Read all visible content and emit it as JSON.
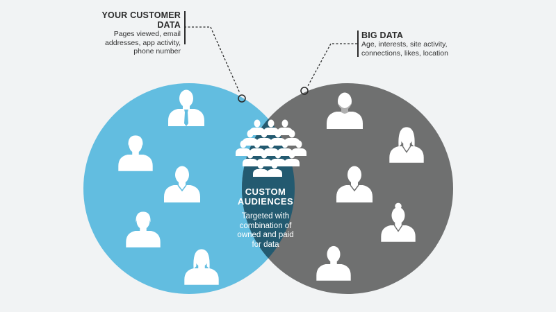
{
  "colors": {
    "background": "#f1f3f4",
    "left_circle": "#62bde0",
    "right_circle": "#6f7070",
    "overlap": "#235a70",
    "text_dark": "#2b2b2b",
    "person_fill": "#ffffff"
  },
  "left_label": {
    "title": "YOUR CUSTOMER DATA",
    "lines": [
      "Pages viewed, email",
      "addresses, app activity,",
      "phone number"
    ]
  },
  "right_label": {
    "title": "BIG DATA",
    "lines": [
      "Age, interests, site activity,",
      "connections, likes, location"
    ]
  },
  "center": {
    "title": "CUSTOM\nAUDIENCES",
    "description": "Targeted with\ncombination of\nowned and paid\nfor data",
    "group_icon": "crowd-icon"
  },
  "left_people": [
    "man-tie-icon",
    "woman-icon",
    "man-icon",
    "woman-icon",
    "woman-long-hair-icon"
  ],
  "right_people": [
    "bearded-man-icon",
    "woman-long-hair-icon",
    "man-icon",
    "woman-bun-icon",
    "man-icon"
  ]
}
